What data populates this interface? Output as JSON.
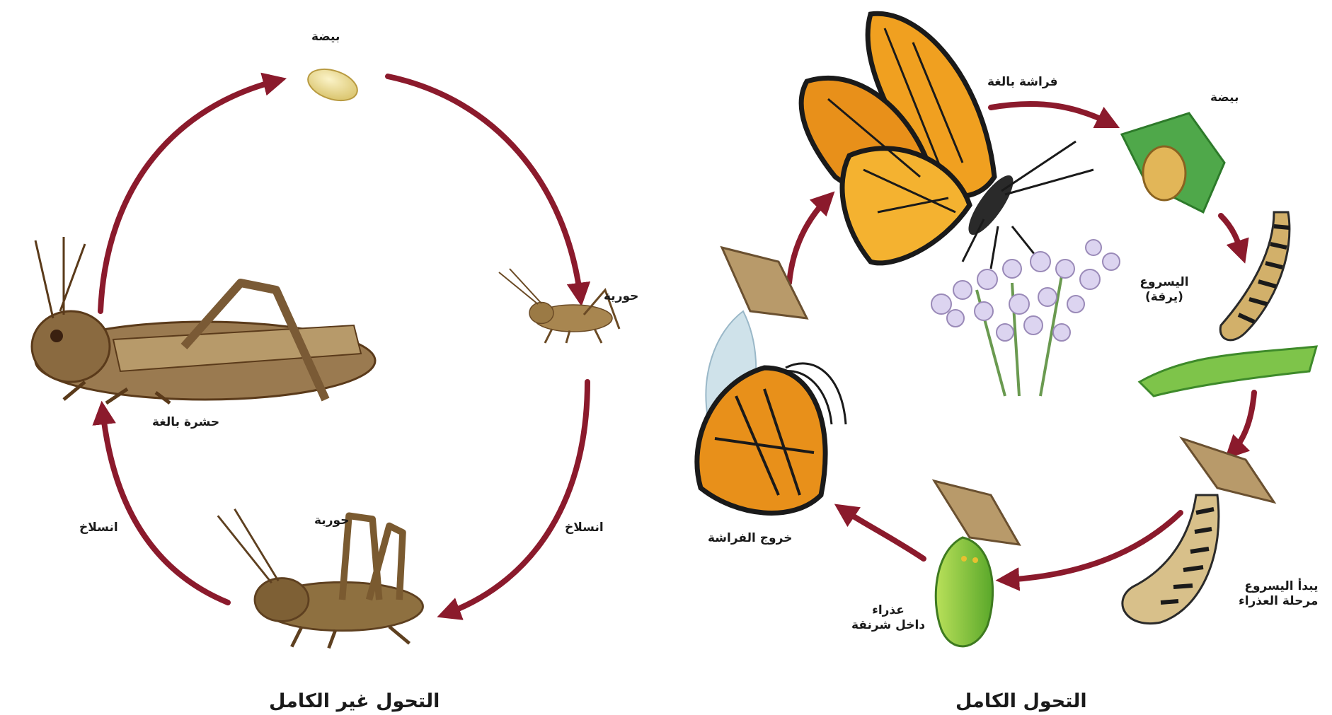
{
  "incomplete_metamorphosis": {
    "title": "التحول غير الكامل",
    "egg": "بيضة",
    "nymph_top": "حورية",
    "nymph_bottom": "حورية",
    "adult": "حشرة بالغة",
    "molt_right": "انسلاخ",
    "molt_left": "انسلاخ"
  },
  "complete_metamorphosis": {
    "title": "التحول الكامل",
    "adult_butterfly": "فراشة بالغة",
    "egg": "بيضة",
    "larva_line1": "اليسروع",
    "larva_line2": "(يرقة)",
    "pupa_start_line1": "يبدأ اليسروع",
    "pupa_start_line2": "مرحلة العذراء",
    "pupa_line1": "عذراء",
    "pupa_line2": "داخل شرنقة",
    "emergence": "خروج الفراشة"
  },
  "colors": {
    "arrow": "#8b1a2c",
    "wing_orange": "#f0a020",
    "insect_brown": "#8a6a45",
    "chrysalis_green": "#8cc83c"
  }
}
